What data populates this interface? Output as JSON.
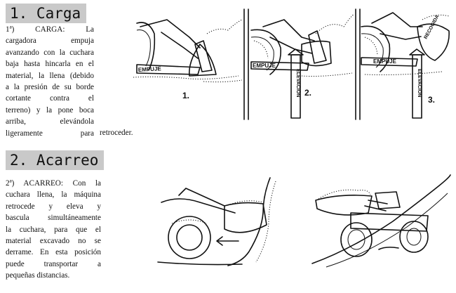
{
  "section1": {
    "heading": "1. Carga",
    "lines": [
      "1ª) CARGA: La",
      "cargadora empuja",
      "avanzando con la cuchara",
      "baja hasta hincarla en el",
      "material, la llena (debido",
      "a la presión de su borde",
      "cortante contra el",
      "terreno) y la pone boca",
      "arriba, elevándola",
      "ligeramente para"
    ],
    "tail": "retroceder."
  },
  "section2": {
    "heading": "2. Acarreo",
    "lines": [
      "2ª) ACARREO: Con la",
      "cuchara llena, la máquina",
      "retrocede y eleva y",
      "bascula simultáneamente",
      "la cuchara, para que el",
      "material excavado no se",
      "derrame. En esta posición",
      "puede transportar a",
      "pequeñas distancias."
    ]
  },
  "figure": {
    "steps": [
      "1.",
      "2.",
      "3."
    ],
    "labels": {
      "empuje": "EMPUJE",
      "elevacion": "ELEVACION",
      "recogida": "RECOGIDA"
    }
  }
}
